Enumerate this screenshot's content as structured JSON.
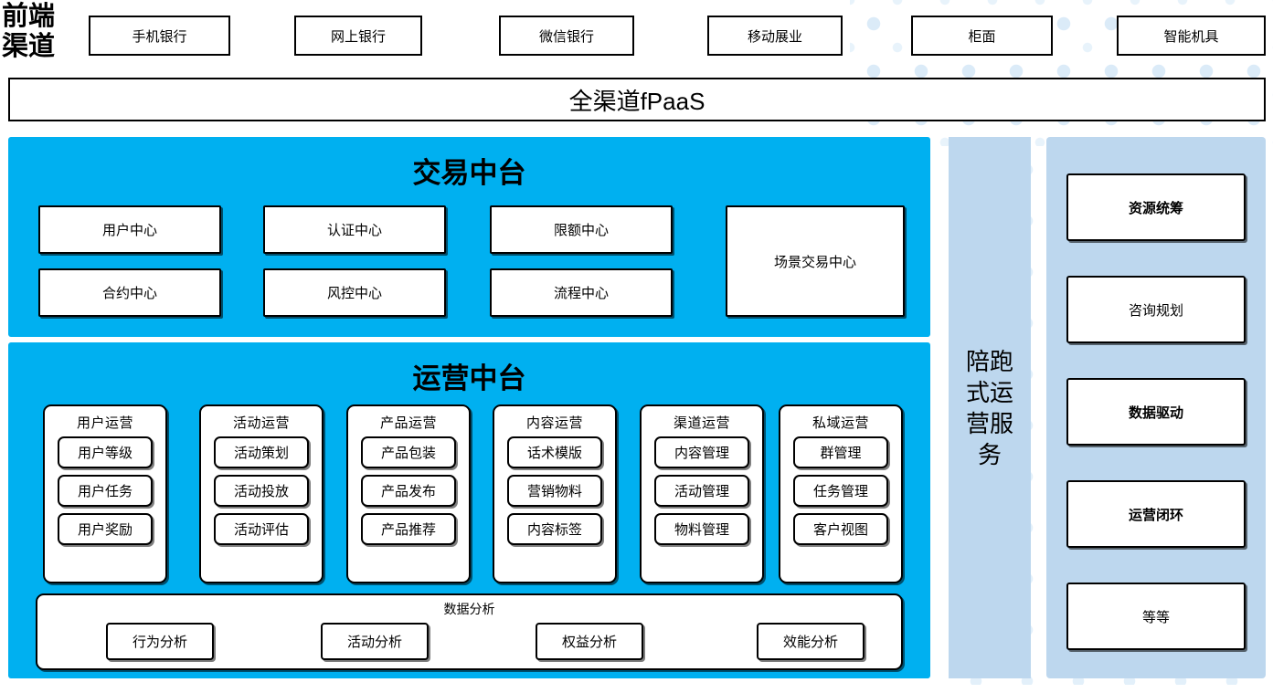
{
  "colors": {
    "panel_cyan": "#00b0f0",
    "sidebar_blue": "#bdd7ee",
    "box_white": "#ffffff",
    "border_black": "#000000",
    "dot_blue": "#dbebf8"
  },
  "header": {
    "front_channel_label_line1": "前端",
    "front_channel_label_line2": "渠道",
    "channels": [
      {
        "label": "手机银行"
      },
      {
        "label": "网上银行"
      },
      {
        "label": "微信银行"
      },
      {
        "label": "移动展业"
      },
      {
        "label": "柜面"
      },
      {
        "label": "智能机具"
      }
    ],
    "platform_bar": "全渠道fPaaS"
  },
  "trade_platform": {
    "title": "交易中台",
    "boxes": [
      {
        "label": "用户中心"
      },
      {
        "label": "认证中心"
      },
      {
        "label": "限额中心"
      },
      {
        "label": "合约中心"
      },
      {
        "label": "风控中心"
      },
      {
        "label": "流程中心"
      },
      {
        "label": "场景交易中心"
      }
    ]
  },
  "ops_platform": {
    "title": "运营中台",
    "cards": [
      {
        "title": "用户运营",
        "items": [
          "用户等级",
          "用户任务",
          "用户奖励"
        ]
      },
      {
        "title": "活动运营",
        "items": [
          "活动策划",
          "活动投放",
          "活动评估"
        ]
      },
      {
        "title": "产品运营",
        "items": [
          "产品包装",
          "产品发布",
          "产品推荐"
        ]
      },
      {
        "title": "内容运营",
        "items": [
          "话术模版",
          "营销物料",
          "内容标签"
        ]
      },
      {
        "title": "渠道运营",
        "items": [
          "内容管理",
          "活动管理",
          "物料管理"
        ]
      },
      {
        "title": "私域运营",
        "items": [
          "群管理",
          "任务管理",
          "客户视图"
        ]
      }
    ],
    "data_analysis": {
      "title": "数据分析",
      "items": [
        "行为分析",
        "活动分析",
        "权益分析",
        "效能分析"
      ]
    }
  },
  "service_column": {
    "label": "陪跑式运营服务"
  },
  "right_column": {
    "items": [
      {
        "label": "资源统筹",
        "bold": true
      },
      {
        "label": "咨询规划",
        "bold": false
      },
      {
        "label": "数据驱动",
        "bold": true
      },
      {
        "label": "运营闭环",
        "bold": true
      },
      {
        "label": "等等",
        "bold": false
      }
    ]
  }
}
